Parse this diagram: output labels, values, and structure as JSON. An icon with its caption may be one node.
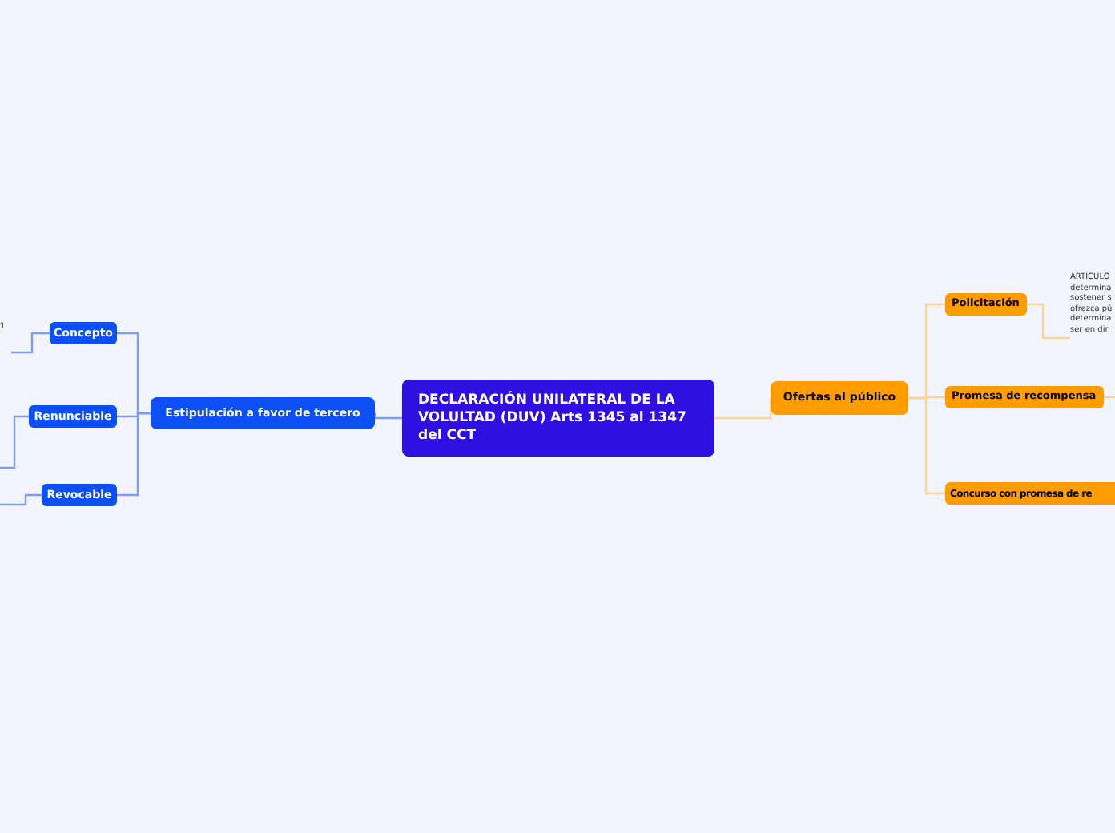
{
  "diagram": {
    "nodes": [
      {
        "text": [
          "DECLARACIÓN UNILATERAL DE LA VOLULTAD (DUV) Arts 1345 al 1347 del CCT"
        ]
      },
      {
        "text": [
          "Estipulación a favor de tercero"
        ]
      },
      {
        "text": [
          "Concepto"
        ]
      },
      {
        "text": [
          "1"
        ]
      },
      {
        "text": [
          "Renunciable"
        ]
      },
      {
        "text": [
          "Revocable"
        ]
      },
      {
        "text": [
          "Ofertas al público"
        ]
      },
      {
        "text": [
          "Policitación"
        ]
      },
      {
        "text": [
          "ARTÍCULO determina sostener s ofrezca pú determina ser en din"
        ]
      },
      {
        "text": [
          "Promesa de recompensa"
        ]
      },
      {
        "text": [
          "Concurso con promesa de re"
        ]
      }
    ],
    "edges": [
      {
        "from": 0,
        "to": 1,
        "arrow": "none",
        "color": "#7f9cf5"
      },
      {
        "from": 1,
        "to": 2,
        "arrow": "none",
        "color": "#7f9cf5"
      },
      {
        "from": 1,
        "to": 4,
        "arrow": "none",
        "color": "#7f9cf5"
      },
      {
        "from": 1,
        "to": 5,
        "arrow": "none",
        "color": "#7f9cf5"
      },
      {
        "from": 2,
        "to": 3,
        "arrow": "none",
        "color": "#7f9cf5"
      },
      {
        "from": 4,
        "to": null,
        "arrow": "none",
        "color": "#7f9cf5"
      },
      {
        "from": 5,
        "to": null,
        "arrow": "none",
        "color": "#7f9cf5"
      },
      {
        "from": 0,
        "to": 6,
        "arrow": "none",
        "color": "#fdd49a"
      },
      {
        "from": 6,
        "to": 7,
        "arrow": "none",
        "color": "#fdd49a"
      },
      {
        "from": 6,
        "to": 9,
        "arrow": "none",
        "color": "#fdd49a"
      },
      {
        "from": 6,
        "to": 10,
        "arrow": "none",
        "color": "#fdd49a"
      },
      {
        "from": 7,
        "to": 8,
        "arrow": "none",
        "color": "#fdd49a"
      },
      {
        "from": 9,
        "to": null,
        "arrow": "none",
        "color": "#fdd49a"
      }
    ]
  }
}
